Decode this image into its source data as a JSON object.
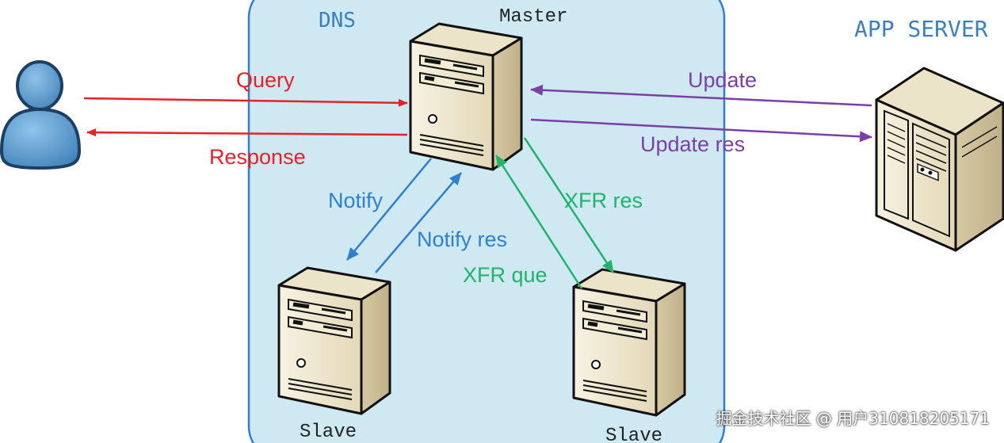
{
  "labels": {
    "dns": "DNS",
    "master": "Master",
    "app_server": "APP SERVER",
    "slave_left": "Slave",
    "slave_right": "Slave"
  },
  "arrows": {
    "query": "Query",
    "response": "Response",
    "update": "Update",
    "update_res": "Update res",
    "notify": "Notify",
    "notify_res": "Notify res",
    "xfr_res": "XFR res",
    "xfr_que": "XFR que"
  },
  "watermark": "掘金技术社区 @ 用户310818205171",
  "colors": {
    "red": "#e8202a",
    "purple": "#7b3fa8",
    "blue": "#2f7fd0",
    "green": "#22b26b",
    "dns_fill": "#cfe9f2",
    "dns_stroke": "#2f7fd0"
  }
}
